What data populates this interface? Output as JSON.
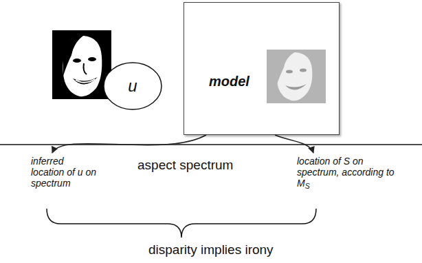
{
  "diagram": {
    "nodes": [
      {
        "text": [
          "u"
        ]
      },
      {
        "text": [
          "model"
        ]
      }
    ],
    "labels": [
      "inferred location of u on spectrum",
      "aspect spectrum",
      "location of S on spectrum, according to M",
      "S",
      "disparity implies irony"
    ]
  }
}
